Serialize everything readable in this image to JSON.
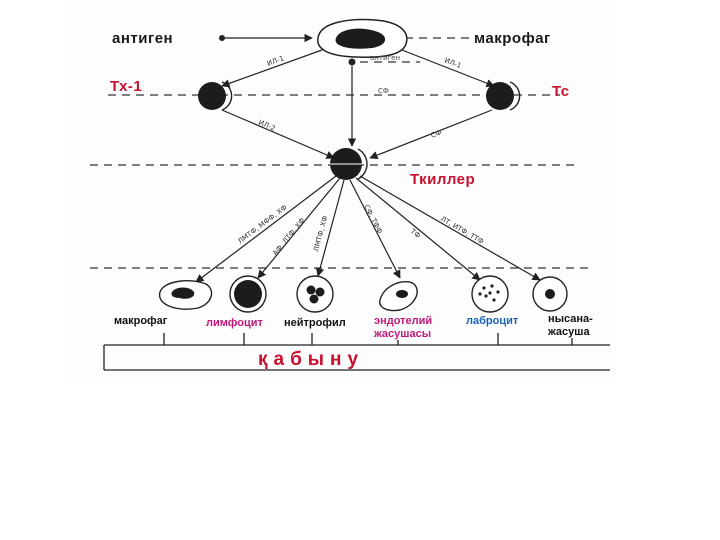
{
  "top": {
    "antigen": "антиген",
    "macrophage": "макрофаг",
    "antigen_small": "антиген"
  },
  "cells": {
    "th1": "Тх-1",
    "tc": "Тс",
    "tkiller": "Ткиллер"
  },
  "arrows": {
    "il1_left": "ИЛ-1",
    "il1_right": "ИЛ-1",
    "sf_mid": "СФ",
    "il2": "ИЛ-2",
    "sf_right": "СФ",
    "a1": "ЛМТФ, МФФ, ХФ",
    "a2": "АФ, ЛТФ, ХФ",
    "a3": "ЛМТФ, ХФ",
    "a4": "СФ, ТФФ",
    "a5": "ТФ",
    "a6": "ЛТ, ИТФ, ТТФ"
  },
  "targets": {
    "macrophage": "макрофаг",
    "lymphocyte": "лимфоцит",
    "neutrophil": "нейтрофил",
    "endothelial": [
      "эндотелий",
      "жасушасы"
    ],
    "labrocyte": "лаброцит",
    "target_cell": [
      "нысана-",
      "жасуша"
    ]
  },
  "bottom": {
    "inflammation": "қабыну"
  },
  "colors": {
    "heading": "#1a1a1a",
    "accent_red": "#c8102e",
    "magenta": "#c2187a",
    "blue": "#1560bd"
  }
}
